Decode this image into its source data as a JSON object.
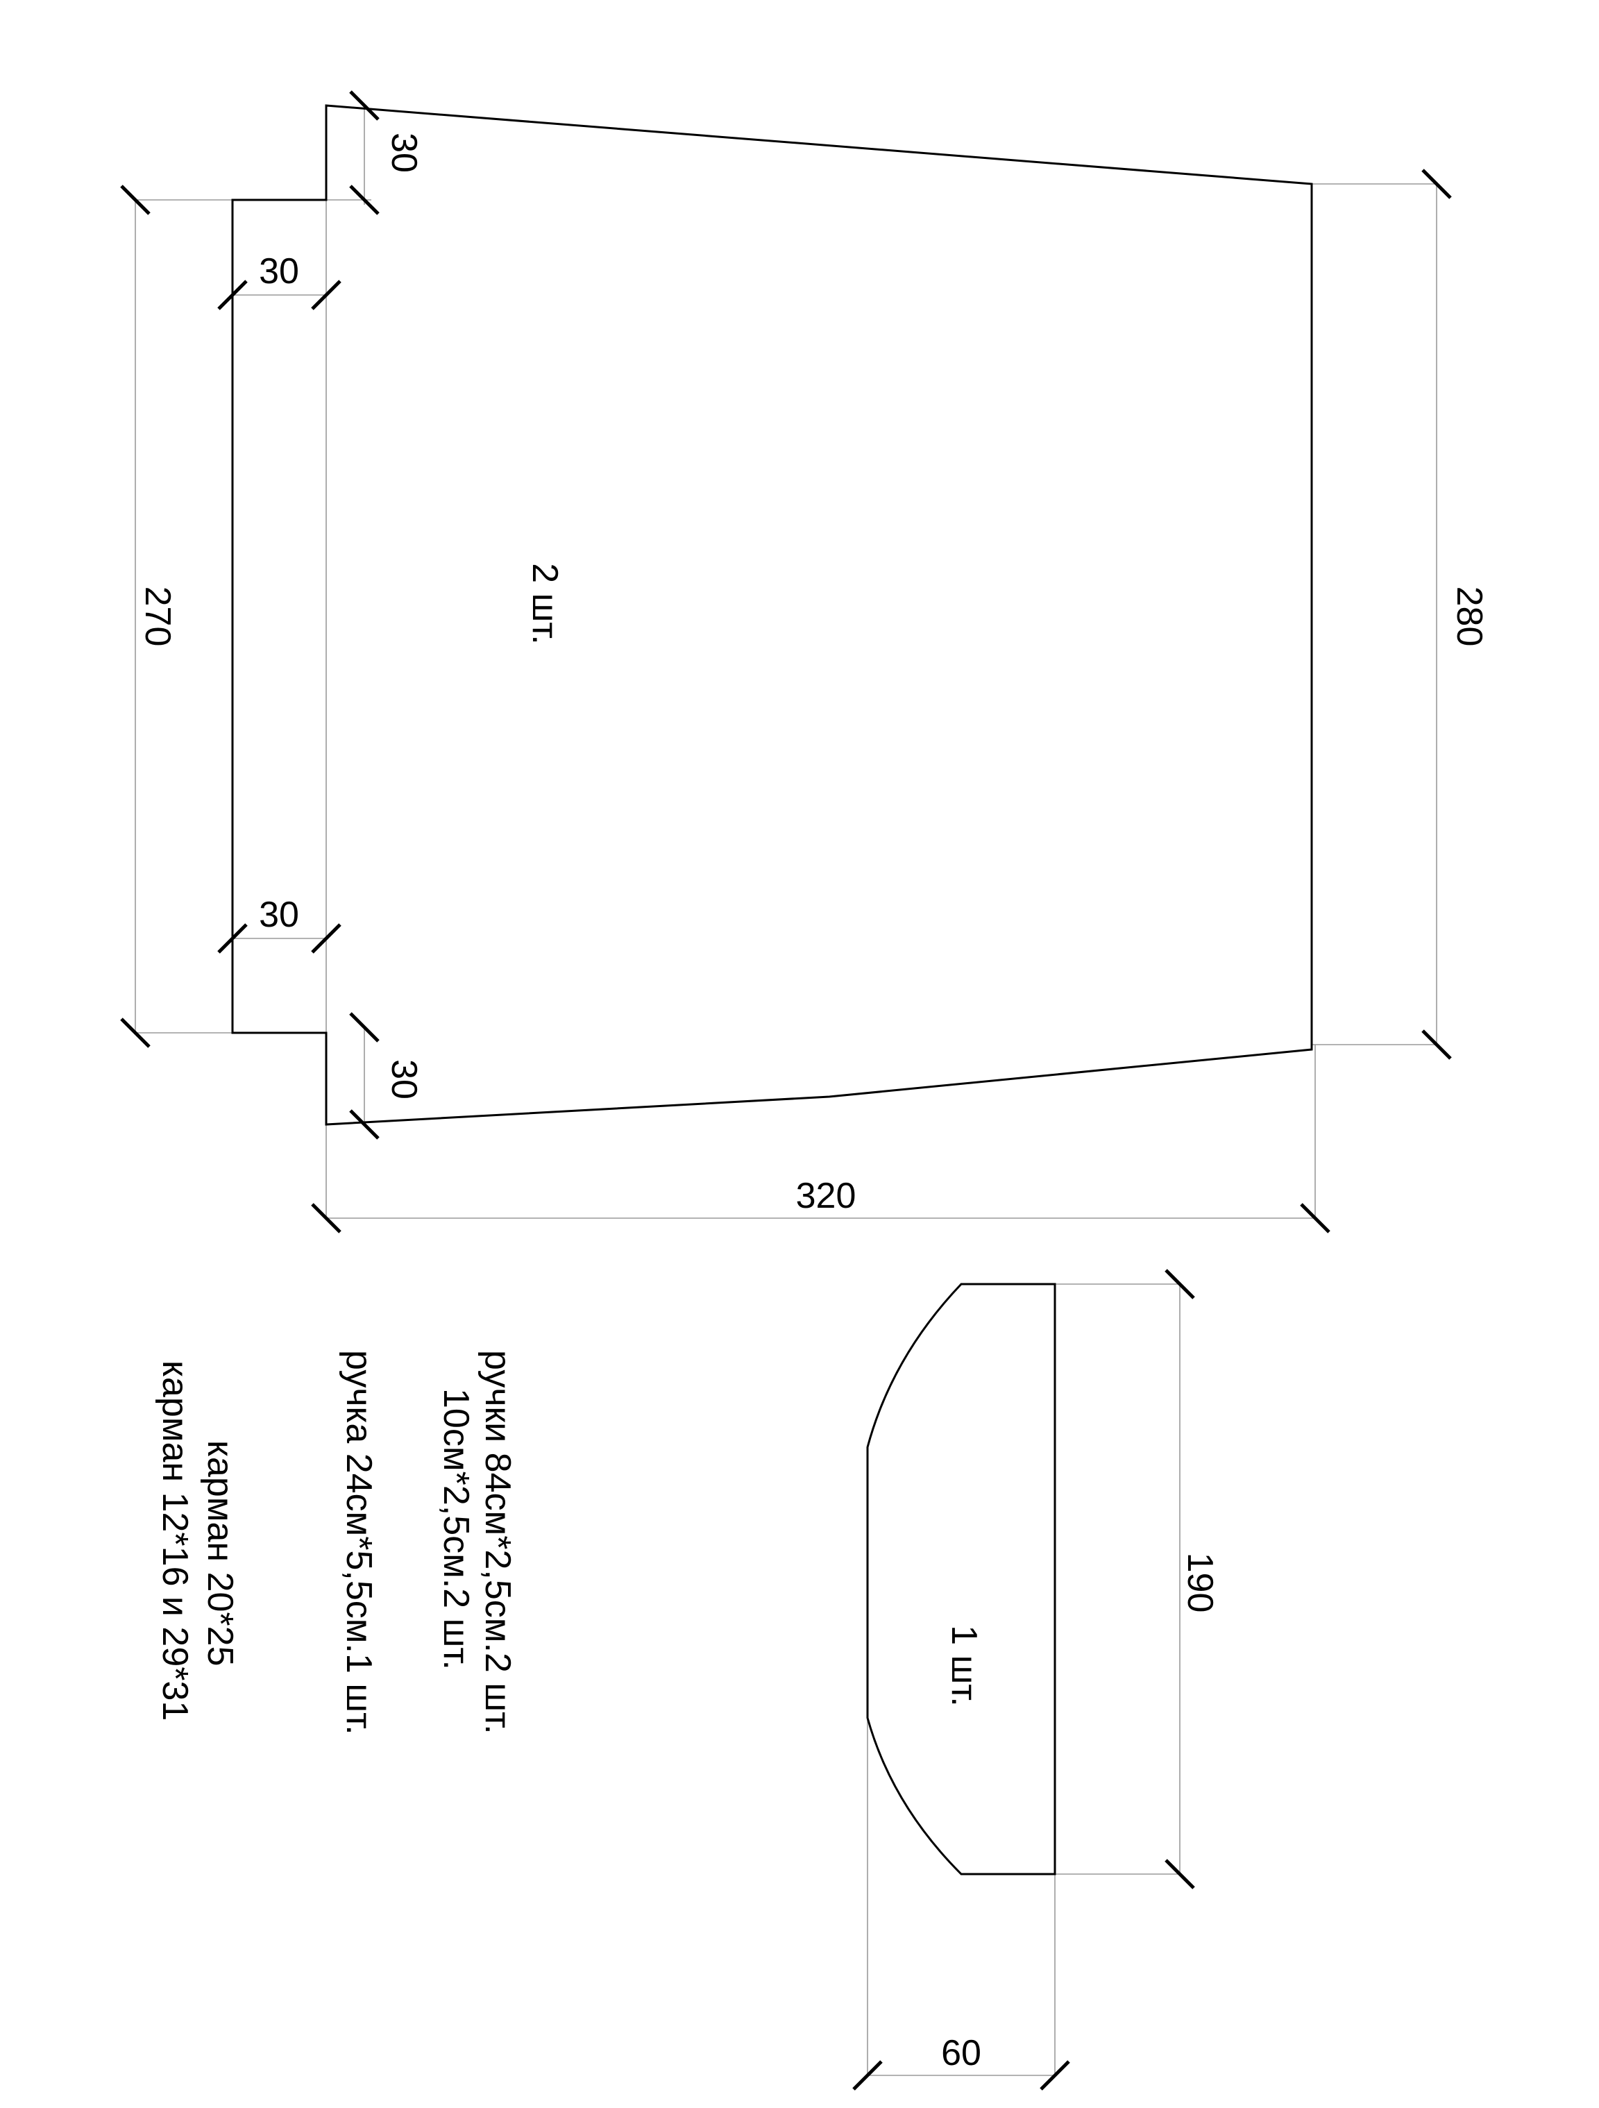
{
  "pattern_main": {
    "dimensions": {
      "top_height": "30",
      "bottom_height": "30",
      "top_notch": "30",
      "bottom_notch": "30",
      "left_length": "270",
      "right_length": "280",
      "width": "320"
    },
    "quantity": "2 шт."
  },
  "pattern_bottom": {
    "dimensions": {
      "length": "190",
      "depth": "60"
    },
    "quantity": "1 шт."
  },
  "notes": {
    "handles_line1": "ручки 84см*2,5см.2 шт.",
    "handles_line2": "10см*2,5см.2 шт.",
    "handle": "ручка 24см*5,5см.1 шт.",
    "pocket1": "карман 20*25",
    "pocket2": "карман 12*16 и 29*31"
  }
}
